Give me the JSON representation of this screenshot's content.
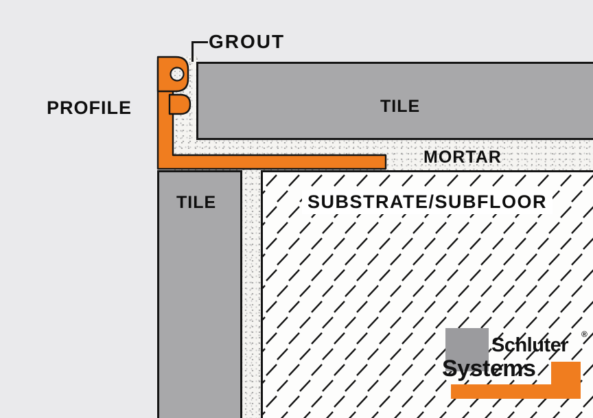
{
  "diagram": {
    "labels": {
      "grout": "GROUT",
      "profile": "PROFILE",
      "tile_top": "TILE",
      "tile_left": "TILE",
      "mortar": "MORTAR",
      "substrate": "SUBSTRATE/SUBFLOOR"
    },
    "colors": {
      "profile_orange": "#f07d1f",
      "tile_gray": "#a8a8aa",
      "background": "#eaeaec",
      "outline": "#141414",
      "substrate_white": "#fdfdfc"
    }
  },
  "logo": {
    "brand_line1": "Schluter",
    "brand_line2": "Systems",
    "registered_mark": "®"
  }
}
